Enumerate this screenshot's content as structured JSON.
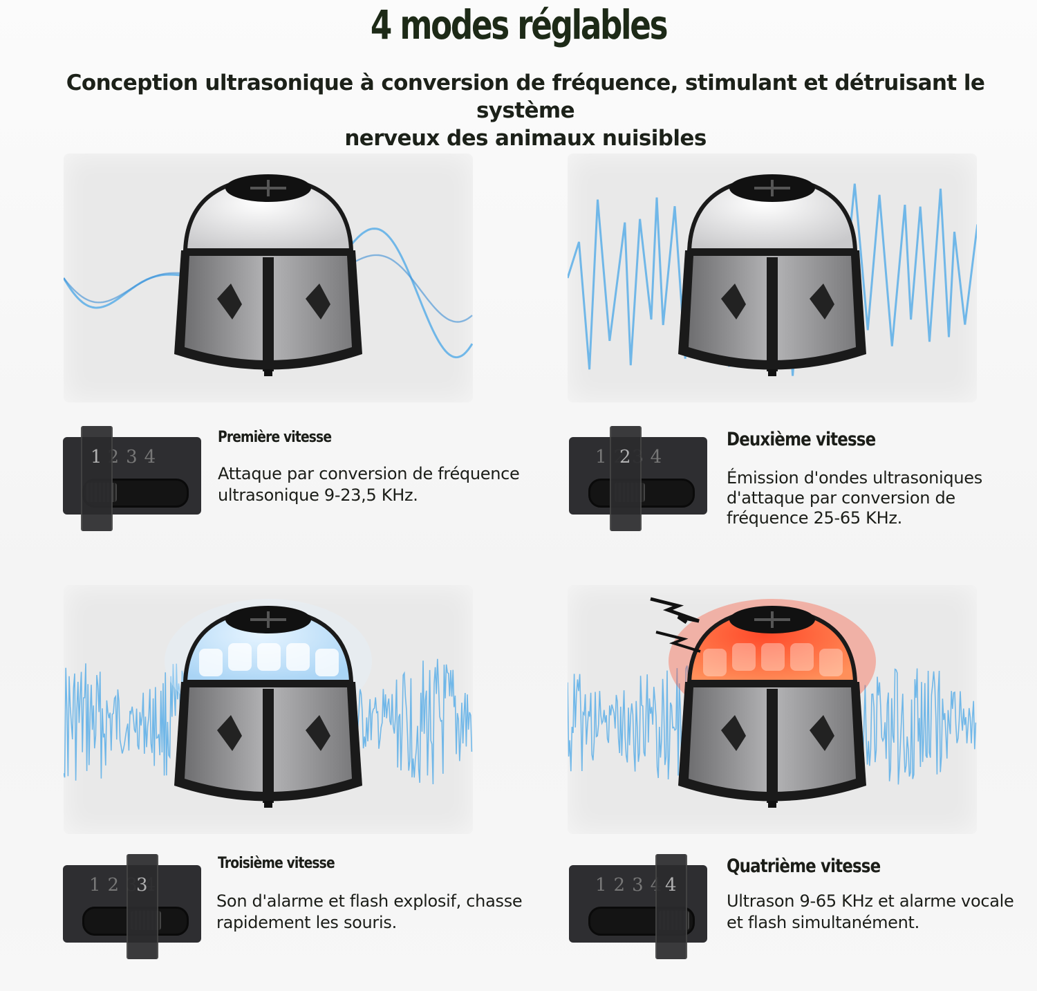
{
  "header": {
    "title": "4 modes réglables",
    "subtitle_line1": "Conception ultrasonique à conversion de fréquence, stimulant et détruisant le système",
    "subtitle_line2": "nerveux des animaux nuisibles"
  },
  "switch_numbers": [
    "1",
    "2",
    "3",
    "4"
  ],
  "modes": [
    {
      "title": "Première vitesse",
      "description": "Attaque par conversion de fréquence ultrasonique 9-23,5 KHz.",
      "selected": 1,
      "light": "off",
      "wave": "smooth"
    },
    {
      "title": "Deuxième vitesse",
      "description": "Émission d'ondes ultrasoniques d'attaque par conversion de fréquence 25-65 KHz.",
      "selected": 2,
      "light": "off",
      "wave": "zigzag"
    },
    {
      "title": "Troisième vitesse",
      "description": "Son d'alarme et flash explosif, chasse rapidement les souris.",
      "selected": 3,
      "light": "white",
      "wave": "noise"
    },
    {
      "title": "Quatrième vitesse",
      "description": "Ultrason 9-65 KHz et alarme vocale et flash simultanément.",
      "selected": 4,
      "light": "red",
      "wave": "noise"
    }
  ],
  "colors": {
    "wave": "#5aaee8",
    "wave_dark": "#3d8fd6",
    "red_light": "#ff4a2a",
    "white_light": "#e6f4ff",
    "title": "#1d2a17"
  }
}
